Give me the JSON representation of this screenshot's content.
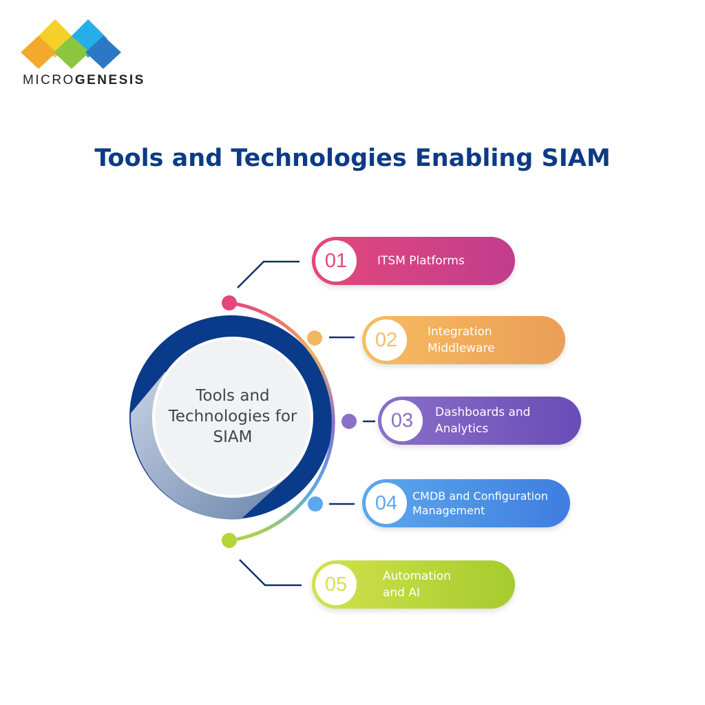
{
  "logo": {
    "text_light": "MICRO",
    "text_bold": "GENESIS"
  },
  "title": "Tools and Technologies Enabling SIAM",
  "center": {
    "label": "Tools and Technologies for SIAM"
  },
  "items": [
    {
      "number": "01",
      "label": "ITSM Platforms",
      "color_start": "#e4487a",
      "color_end": "#c13d8e"
    },
    {
      "number": "02",
      "label": "Integration Middleware",
      "color_start": "#f7bd5f",
      "color_end": "#eb9d58"
    },
    {
      "number": "03",
      "label": "Dashboards and Analytics",
      "color_start": "#8a70c9",
      "color_end": "#6a4cb6"
    },
    {
      "number": "04",
      "label": "CMDB and Configuration Management",
      "color_start": "#5ba8ee",
      "color_end": "#3f7de0"
    },
    {
      "number": "05",
      "label": "Automation and AI",
      "color_start": "#d2e24d",
      "color_end": "#a6cb2f"
    }
  ],
  "colors": {
    "title": "#0d3b84",
    "ring": "#0a3a8a"
  }
}
